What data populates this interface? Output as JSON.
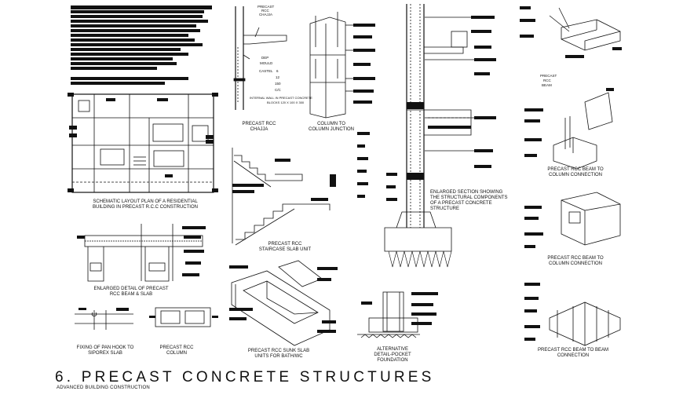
{
  "sheet": {
    "title": "6. PRECAST   CONCRETE STRUCTURES",
    "subtitle": "ADVANCED BUILDING CONSTRUCTION"
  },
  "captions": {
    "layout_plan": [
      "SCHEMATIC LAYOUT PLAN OF A RESIDENTIAL",
      "BUILDING IN PRECAST R.C.C CONSTRUCTION"
    ],
    "chajja": [
      "PRECAST RCC",
      "CHAJJA"
    ],
    "column_junction": [
      "COLUMN TO",
      "COLUMN JUNCTION"
    ],
    "staircase": [
      "PRECAST RCC",
      "STAIRCASE SLAB UNIT"
    ],
    "beam_slab": [
      "ENLARGED DETAIL OF PRECAST",
      "RCC BEAM & SLAB"
    ],
    "pan_hook": [
      "FIXING OF PAN HOOK TO",
      "SIPOREX SLAB"
    ],
    "column": [
      "PRECAST RCC",
      "COLUMN"
    ],
    "sunk_slab": [
      "PRECAST RCC SUNK SLAB",
      "UNITS FOR BATH/WC"
    ],
    "enlarged_section": [
      "ENLARGED SECTION SHOWING",
      "THE STRUCTURAL COMPONENTS",
      "OF A PRECAST CONCRETE",
      "STRUCTURE"
    ],
    "foundation": [
      "ALTERNATIVE",
      "DETAIL-POCKET",
      "FOUNDATION"
    ],
    "beam_column_1": [
      "PRECAST RCC BEAM TO",
      "COLUMN CONNECTION"
    ],
    "beam_column_2": [
      "PRECAST RCC BEAM TO",
      "COLUMN CONNECTION"
    ],
    "beam_beam": [
      "PRECAST RCC BEAM TO BEAM",
      "CONNECTION"
    ]
  },
  "notes": {
    "chajja_top": [
      "PRECAST",
      "RCC",
      "CHAJJA"
    ],
    "chajja_side": [
      "DEP",
      "MOULD",
      "CASTEL"
    ],
    "chajja_nums": [
      "6",
      "12",
      "150",
      "C/C"
    ],
    "wall_note": [
      "INTERNAL WALL IN PRECAST CONCRETE",
      "BLOCKS 120 X 100 X 300"
    ],
    "beam_note": [
      "PRECAST",
      "RCC",
      "BEAM"
    ]
  }
}
